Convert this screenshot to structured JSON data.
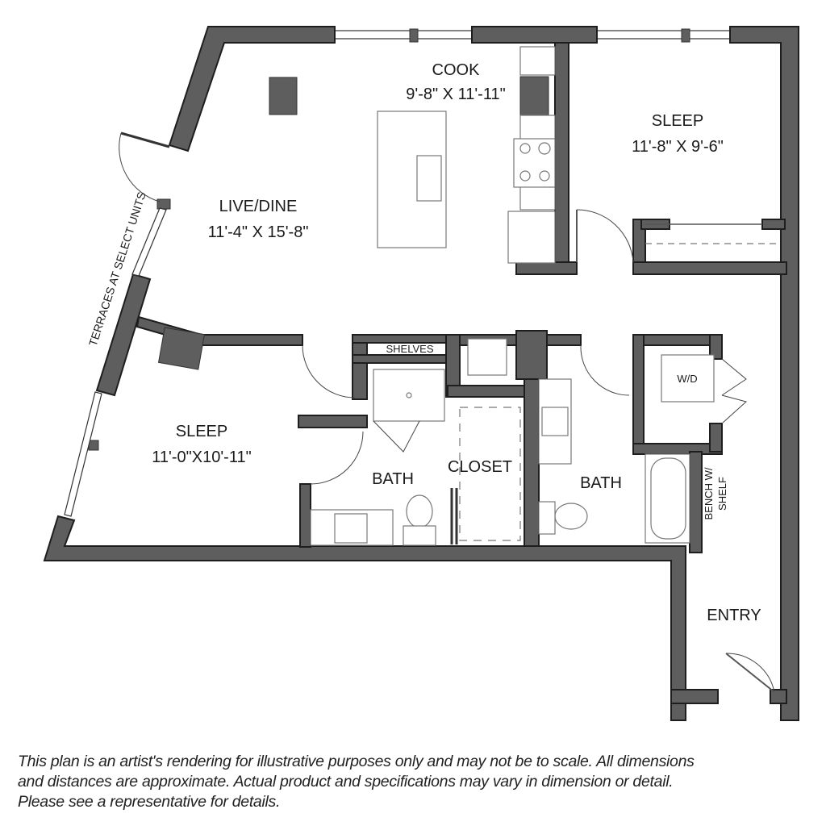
{
  "rooms": {
    "cook": {
      "name": "COOK",
      "dims": "9'-8\" X 11'-11\""
    },
    "live_dine": {
      "name": "LIVE/DINE",
      "dims": "11'-4\" X 15'-8\""
    },
    "sleep_1": {
      "name": "SLEEP",
      "dims": "11'-8\" X 9'-6\""
    },
    "sleep_2": {
      "name": "SLEEP",
      "dims": "11'-0\"X10'-11\""
    },
    "bath_1": {
      "name": "BATH"
    },
    "bath_2": {
      "name": "BATH"
    },
    "closet": {
      "name": "CLOSET"
    },
    "entry": {
      "name": "ENTRY"
    }
  },
  "annotations": {
    "terraces": "TERRACES AT SELECT UNITS",
    "shelves": "SHELVES",
    "wd": "W/D",
    "bench_line1": "BENCH W/",
    "bench_line2": "SHELF"
  },
  "disclaimer": [
    "This plan is an artist's rendering for illustrative purposes only and may not be to scale. All dimensions",
    "and distances are approximate. Actual product and specifications may vary in dimension or detail.",
    "Please see a representative for details."
  ]
}
